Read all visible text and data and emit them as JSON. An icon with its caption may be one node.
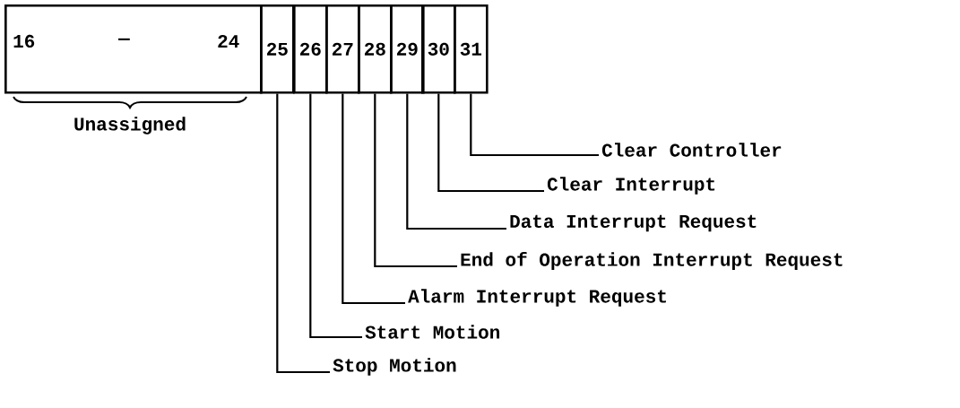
{
  "diagram": {
    "nodes": [
      {
        "text": [
          "16",
          "—",
          "24"
        ]
      },
      {
        "text": [
          "25"
        ]
      },
      {
        "text": [
          "26"
        ]
      },
      {
        "text": [
          "27"
        ]
      },
      {
        "text": [
          "28"
        ]
      },
      {
        "text": [
          "29"
        ]
      },
      {
        "text": [
          "30"
        ]
      },
      {
        "text": [
          "31"
        ]
      },
      {
        "text": [
          "Clear Controller"
        ]
      },
      {
        "text": [
          "Clear Interrupt"
        ]
      },
      {
        "text": [
          "Data Interrupt Request"
        ]
      },
      {
        "text": [
          "End of Operation Interrupt Request"
        ]
      },
      {
        "text": [
          "Alarm Interrupt Request"
        ]
      },
      {
        "text": [
          "Start Motion"
        ]
      },
      {
        "text": [
          "Stop Motion"
        ]
      }
    ],
    "edges": [
      {
        "from": 7,
        "to": 8,
        "arrow": "none"
      },
      {
        "from": 6,
        "to": 9,
        "arrow": "none"
      },
      {
        "from": 5,
        "to": 10,
        "arrow": "none"
      },
      {
        "from": 4,
        "to": 11,
        "arrow": "none"
      },
      {
        "from": 3,
        "to": 12,
        "arrow": "none"
      },
      {
        "from": 2,
        "to": 13,
        "arrow": "none"
      },
      {
        "from": 1,
        "to": 14,
        "arrow": "none"
      }
    ],
    "labels": [
      "Unassigned"
    ]
  }
}
